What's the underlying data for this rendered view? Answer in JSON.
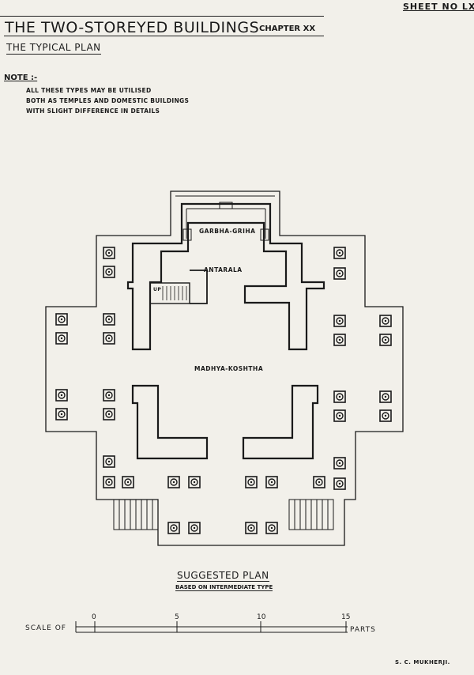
{
  "sheet_number": "SHEET NO LX",
  "title": "THE TWO-STOREYED BUILDINGS",
  "chapter": "CHAPTER XX",
  "subtitle": "THE TYPICAL PLAN",
  "note": {
    "label": "NOTE :-",
    "lines": [
      "ALL THESE TYPES MAY BE UTILISED",
      "BOTH AS TEMPLES AND DOMESTIC BUILDINGS",
      "WITH SLIGHT DIFFERENCE IN DETAILS"
    ]
  },
  "rooms": {
    "garbha": "GARBHA-GRIHA",
    "antarala": "ANTARALA",
    "madhya": "MADHYA-KOSHTHA",
    "up": "UP"
  },
  "caption": {
    "title": "SUGGESTED PLAN",
    "sub": "BASED ON INTERMEDIATE TYPE"
  },
  "scale": {
    "label": "SCALE OF",
    "unit": "PARTS",
    "ticks": [
      "0",
      "5",
      "10",
      "15"
    ]
  },
  "author": "S. C. MUKHERJI."
}
